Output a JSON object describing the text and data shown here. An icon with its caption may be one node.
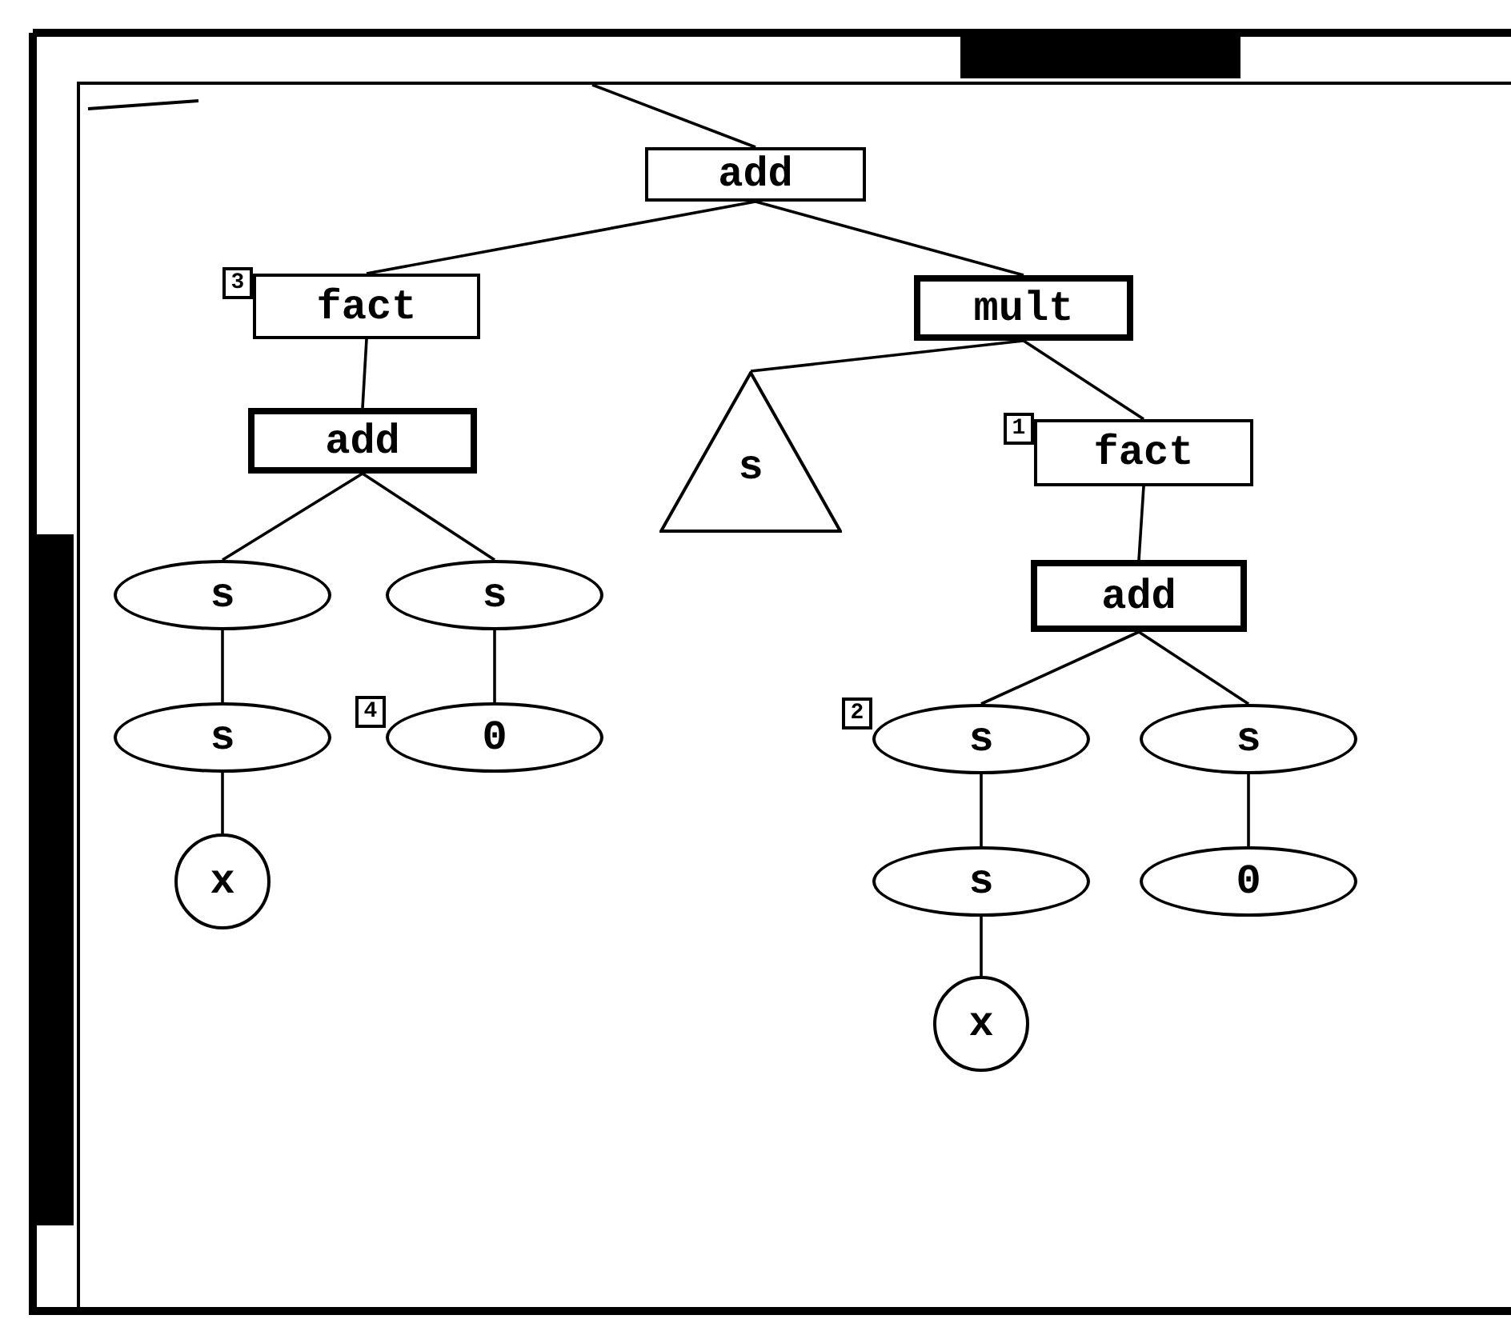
{
  "diagram": {
    "nodes": [
      {
        "text": [
          "add"
        ]
      },
      {
        "text": [
          "fact"
        ],
        "beside": [
          "3"
        ]
      },
      {
        "text": [
          "mult"
        ]
      },
      {
        "text": [
          "add"
        ]
      },
      {
        "text": [
          "s"
        ]
      },
      {
        "text": [
          "fact"
        ],
        "beside": [
          "1"
        ]
      },
      {
        "text": [
          "s"
        ]
      },
      {
        "text": [
          "s"
        ]
      },
      {
        "text": [
          "s"
        ]
      },
      {
        "text": [
          "0"
        ],
        "beside": [
          "4"
        ]
      },
      {
        "text": [
          "add"
        ]
      },
      {
        "text": [
          "x"
        ]
      },
      {
        "text": [
          "s"
        ],
        "beside": [
          "2"
        ]
      },
      {
        "text": [
          "s"
        ]
      },
      {
        "text": [
          "s"
        ]
      },
      {
        "text": [
          "0"
        ]
      },
      {
        "text": [
          "x"
        ]
      }
    ],
    "edges": [
      {
        "from": null,
        "to": 0,
        "arrow": "none"
      },
      {
        "from": 0,
        "to": 1,
        "arrow": "none"
      },
      {
        "from": 0,
        "to": 2,
        "arrow": "none"
      },
      {
        "from": 1,
        "to": 3,
        "arrow": "none"
      },
      {
        "from": 2,
        "to": 4,
        "arrow": "none"
      },
      {
        "from": 2,
        "to": 5,
        "arrow": "none"
      },
      {
        "from": 3,
        "to": 6,
        "arrow": "none"
      },
      {
        "from": 3,
        "to": 7,
        "arrow": "none"
      },
      {
        "from": 6,
        "to": 8,
        "arrow": "none"
      },
      {
        "from": 7,
        "to": 9,
        "arrow": "none"
      },
      {
        "from": 8,
        "to": 11,
        "arrow": "none"
      },
      {
        "from": 5,
        "to": 10,
        "arrow": "none"
      },
      {
        "from": 10,
        "to": 12,
        "arrow": "none"
      },
      {
        "from": 10,
        "to": 13,
        "arrow": "none"
      },
      {
        "from": 12,
        "to": 14,
        "arrow": "none"
      },
      {
        "from": 13,
        "to": 15,
        "arrow": "none"
      },
      {
        "from": 14,
        "to": 16,
        "arrow": "none"
      }
    ]
  }
}
